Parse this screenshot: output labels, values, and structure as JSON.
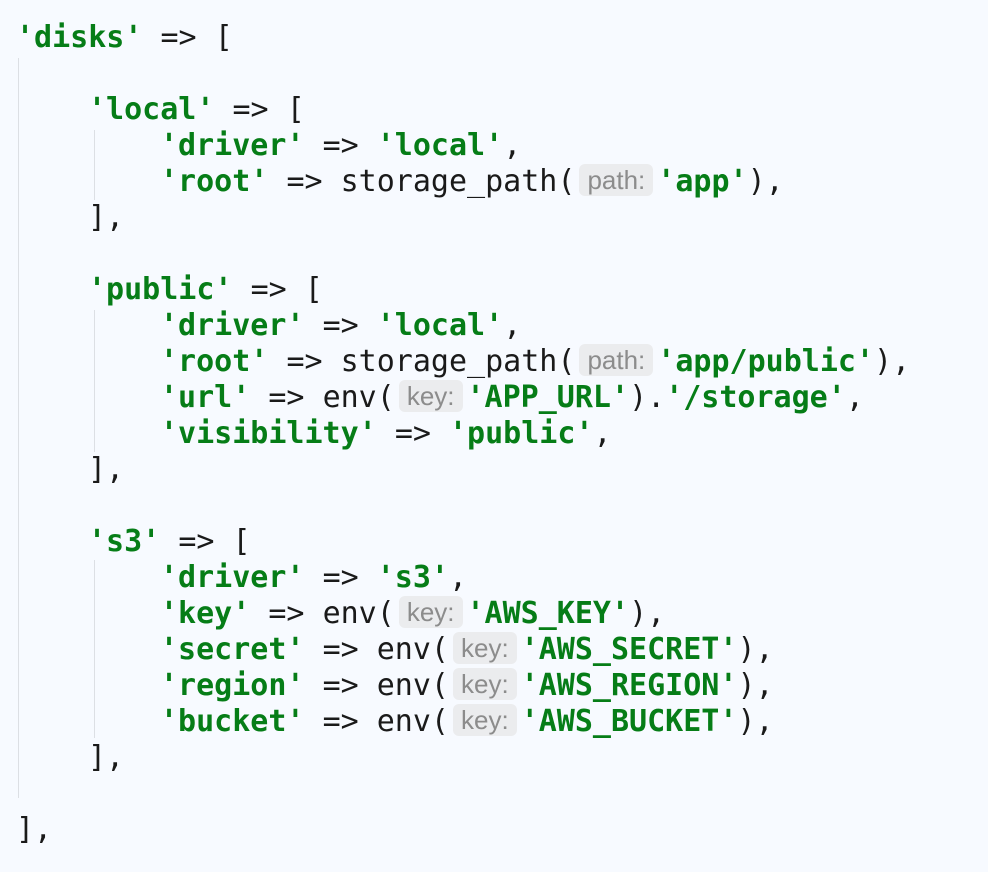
{
  "editor": {
    "lines": {
      "disks_key": "'disks'",
      "arrow": "=>",
      "open": "[",
      "close_top": "],",
      "close_inner": "],",
      "comma": ",",
      "local": {
        "key": "'local'",
        "driver_key": "'driver'",
        "driver_val": "'local'",
        "root_key": "'root'",
        "root_fn": "storage_path(",
        "root_hint": "path:",
        "root_val": "'app'",
        "root_close": "),"
      },
      "public": {
        "key": "'public'",
        "driver_key": "'driver'",
        "driver_val": "'local'",
        "root_key": "'root'",
        "root_fn": "storage_path(",
        "root_hint": "path:",
        "root_val": "'app/public'",
        "root_close": "),",
        "url_key": "'url'",
        "url_fn": "env(",
        "url_hint": "key:",
        "url_val": "'APP_URL'",
        "url_concat": ").",
        "url_suffix": "'/storage'",
        "visibility_key": "'visibility'",
        "visibility_val": "'public'"
      },
      "s3": {
        "key": "'s3'",
        "driver_key": "'driver'",
        "driver_val": "'s3'",
        "key_key": "'key'",
        "key_val": "'AWS_KEY'",
        "secret_key": "'secret'",
        "secret_val": "'AWS_SECRET'",
        "region_key": "'region'",
        "region_val": "'AWS_REGION'",
        "bucket_key": "'bucket'",
        "bucket_val": "'AWS_BUCKET'",
        "env_fn": "env(",
        "env_hint": "key:",
        "close_paren": "),"
      }
    },
    "colors": {
      "background": "#f7faff",
      "string": "#067d17",
      "text": "#1a1a1a",
      "hint_bg": "#ebecee",
      "hint_text": "#8c8c8c",
      "indent_guide": "#dcdfe4"
    }
  }
}
